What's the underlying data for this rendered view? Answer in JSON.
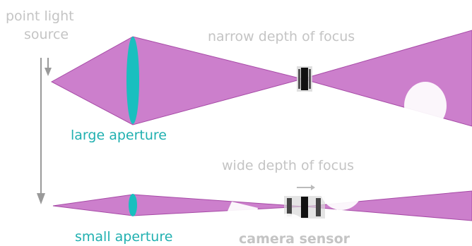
{
  "labels": {
    "source_line1": "point light",
    "source_line2": "source",
    "narrow_focus": "narrow depth of focus",
    "large_aperture": "large aperture",
    "wide_focus": "wide depth of focus",
    "small_aperture": "small aperture",
    "camera_sensor": "camera sensor"
  },
  "colors": {
    "beam": "#cc7fcc",
    "beam_edge": "#a64aa6",
    "lens": "#19bfbf",
    "aperture_text": "#20b0b0",
    "muted_text": "#c4c4c4",
    "axis": "#9a9a9a",
    "watermark": "#000000"
  }
}
